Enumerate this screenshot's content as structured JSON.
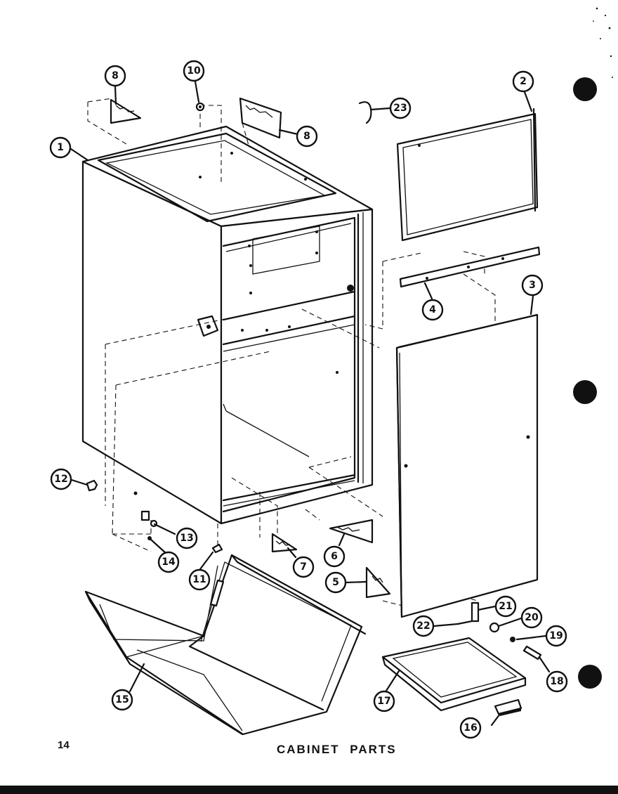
{
  "figure": {
    "page_number": "14",
    "caption": "CABINET PARTS"
  },
  "callouts": [
    {
      "id": "1",
      "label": "1"
    },
    {
      "id": "2",
      "label": "2"
    },
    {
      "id": "3",
      "label": "3"
    },
    {
      "id": "4",
      "label": "4"
    },
    {
      "id": "5",
      "label": "5"
    },
    {
      "id": "6",
      "label": "6"
    },
    {
      "id": "7",
      "label": "7"
    },
    {
      "id": "8a",
      "label": "8"
    },
    {
      "id": "8b",
      "label": "8"
    },
    {
      "id": "10",
      "label": "10"
    },
    {
      "id": "11",
      "label": "11"
    },
    {
      "id": "12",
      "label": "12"
    },
    {
      "id": "13",
      "label": "13"
    },
    {
      "id": "14",
      "label": "14"
    },
    {
      "id": "15",
      "label": "15"
    },
    {
      "id": "16",
      "label": "16"
    },
    {
      "id": "17",
      "label": "17"
    },
    {
      "id": "18",
      "label": "18"
    },
    {
      "id": "19",
      "label": "19"
    },
    {
      "id": "20",
      "label": "20"
    },
    {
      "id": "21",
      "label": "21"
    },
    {
      "id": "22",
      "label": "22"
    },
    {
      "id": "23",
      "label": "23"
    }
  ]
}
